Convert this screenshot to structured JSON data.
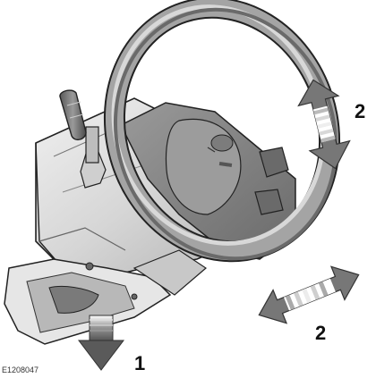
{
  "figure": {
    "ref": "E1208047",
    "labels": {
      "release": "1",
      "tilt": "2",
      "reach": "2"
    }
  },
  "colors": {
    "ink": "#111111",
    "wheel_dark": "#8c8c8c",
    "column_light": "#d4d4d4",
    "arrow_dark": "#585858"
  },
  "icons": [
    "steering-wheel",
    "adjustment-lever",
    "arrow-down",
    "arrow-updown",
    "arrow-leftright"
  ]
}
